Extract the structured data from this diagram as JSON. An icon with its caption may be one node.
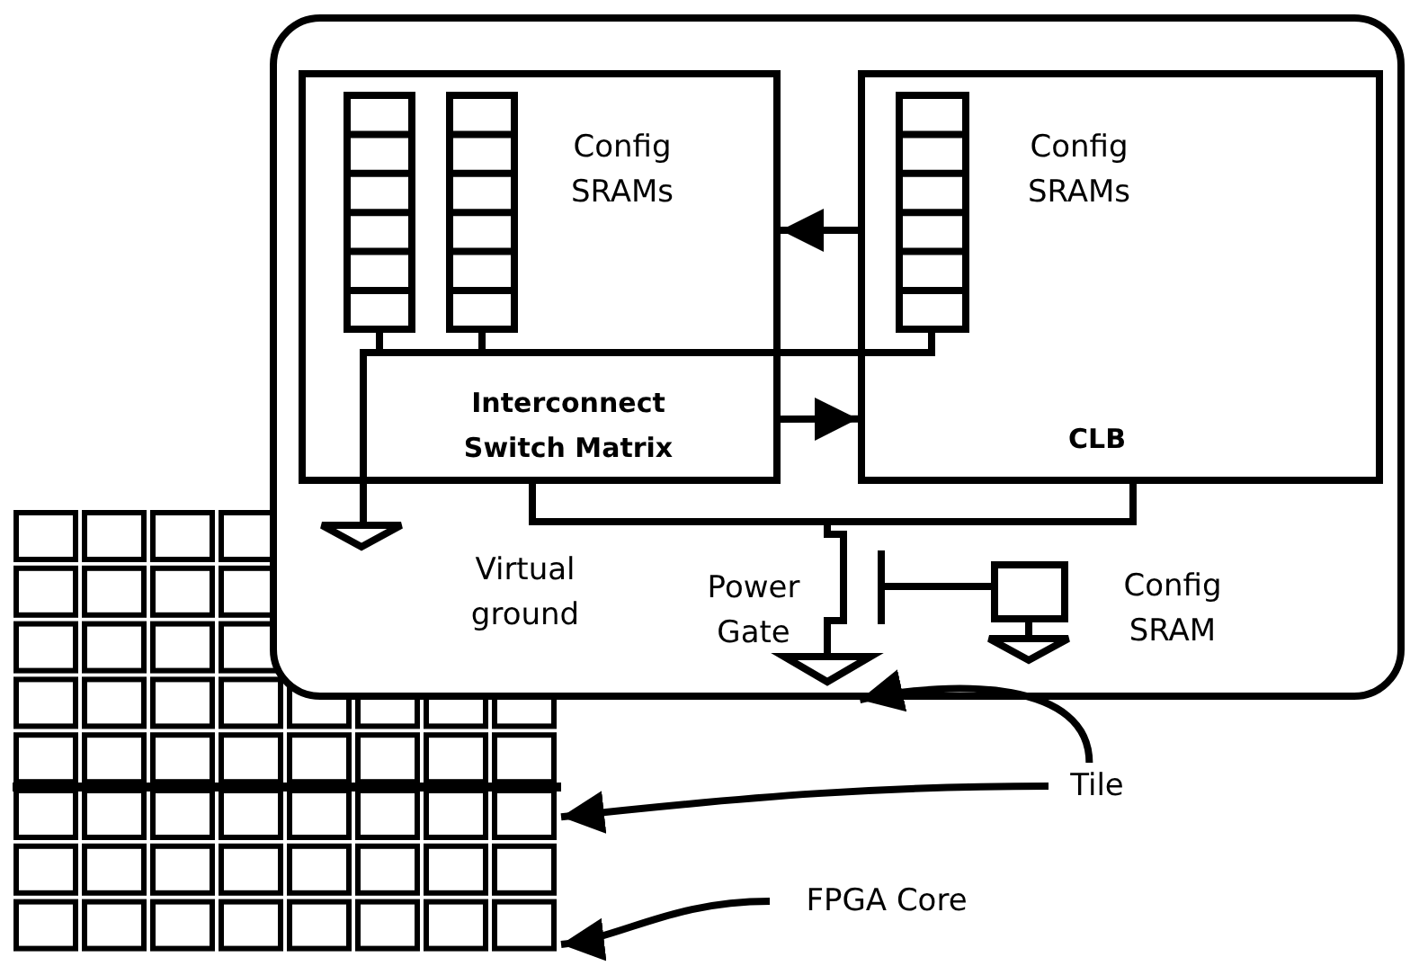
{
  "diagram": {
    "nodes": [
      {
        "text": [],
        "shape": "picture"
      },
      {
        "text": [],
        "shape": "box"
      },
      {
        "text": [
          "Config SRAMs"
        ],
        "in": 1
      },
      {
        "text": [
          "Interconnect Switch Matrix"
        ],
        "in": 2
      },
      {
        "text": [
          "Config SRAMs",
          "CLB"
        ],
        "in": 1
      },
      {
        "text": [],
        "shape": "box",
        "in": 1,
        "beside": [
          "Config SRAM"
        ]
      },
      {
        "text": [
          "Tile"
        ]
      },
      {
        "text": [
          "FPGA Core"
        ]
      }
    ],
    "edges": [
      {
        "from": 4,
        "to": 2,
        "arrow": "to"
      },
      {
        "from": 3,
        "to": 4,
        "arrow": "to"
      },
      {
        "from": 6,
        "to": 1,
        "arrow": "to"
      },
      {
        "from": 6,
        "to": 0,
        "arrow": "to"
      },
      {
        "from": 7,
        "to": 0,
        "arrow": "to"
      }
    ],
    "labels": [
      "Virtual ground",
      "Power Gate"
    ]
  }
}
